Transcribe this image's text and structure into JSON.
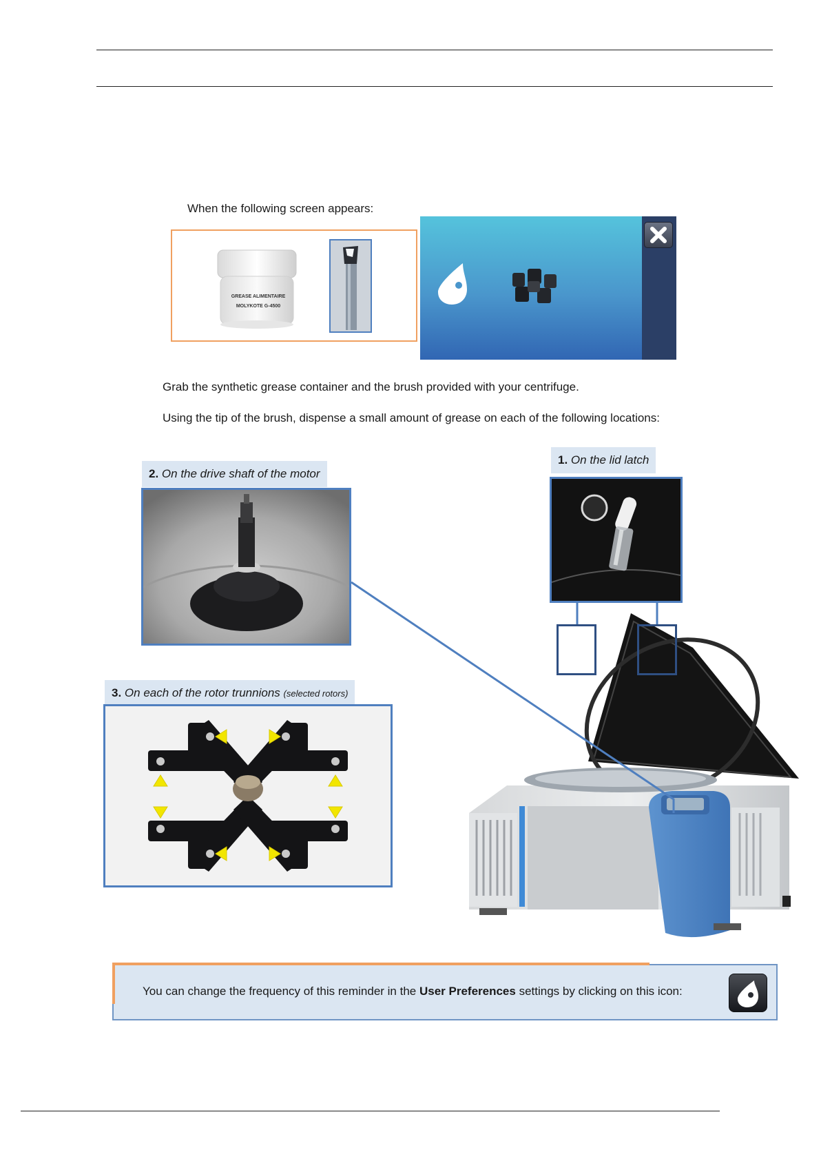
{
  "instructions": {
    "screen_appears": "When the following screen appears:",
    "grab": "Grab the synthetic grease container and the brush provided with your centrifuge.",
    "dispense": "Using the tip of the brush, dispense a small amount of grease on each of the following locations:"
  },
  "grease_jar": {
    "label_line1": "GREASE ALIMENTAIRE",
    "label_line2": "MOLYKOTE G-4500"
  },
  "locations": [
    {
      "number": "1.",
      "text": "On the lid latch",
      "note": ""
    },
    {
      "number": "2.",
      "text": "On the drive shaft of the motor",
      "note": ""
    },
    {
      "number": "3.",
      "text": "On each of the rotor trunnions",
      "note": "(selected rotors)"
    }
  ],
  "reminder": {
    "before": "You can change the frequency of this reminder in the ",
    "emphasis": "User Preferences",
    "after": " settings by clicking on this icon:"
  },
  "colors": {
    "orange_frame": "#f0a060",
    "blue_frame": "#4f7fbf",
    "dark_blue_frame": "#2f4f82",
    "label_bg": "#dbe6f2",
    "screen_gradient_top": "#55c3dc",
    "screen_gradient_bottom": "#3166b3"
  },
  "icons": [
    "grease-drop-icon",
    "rotor-icon",
    "close-icon",
    "settings-drop-icon",
    "warning-arrow-icon"
  ]
}
